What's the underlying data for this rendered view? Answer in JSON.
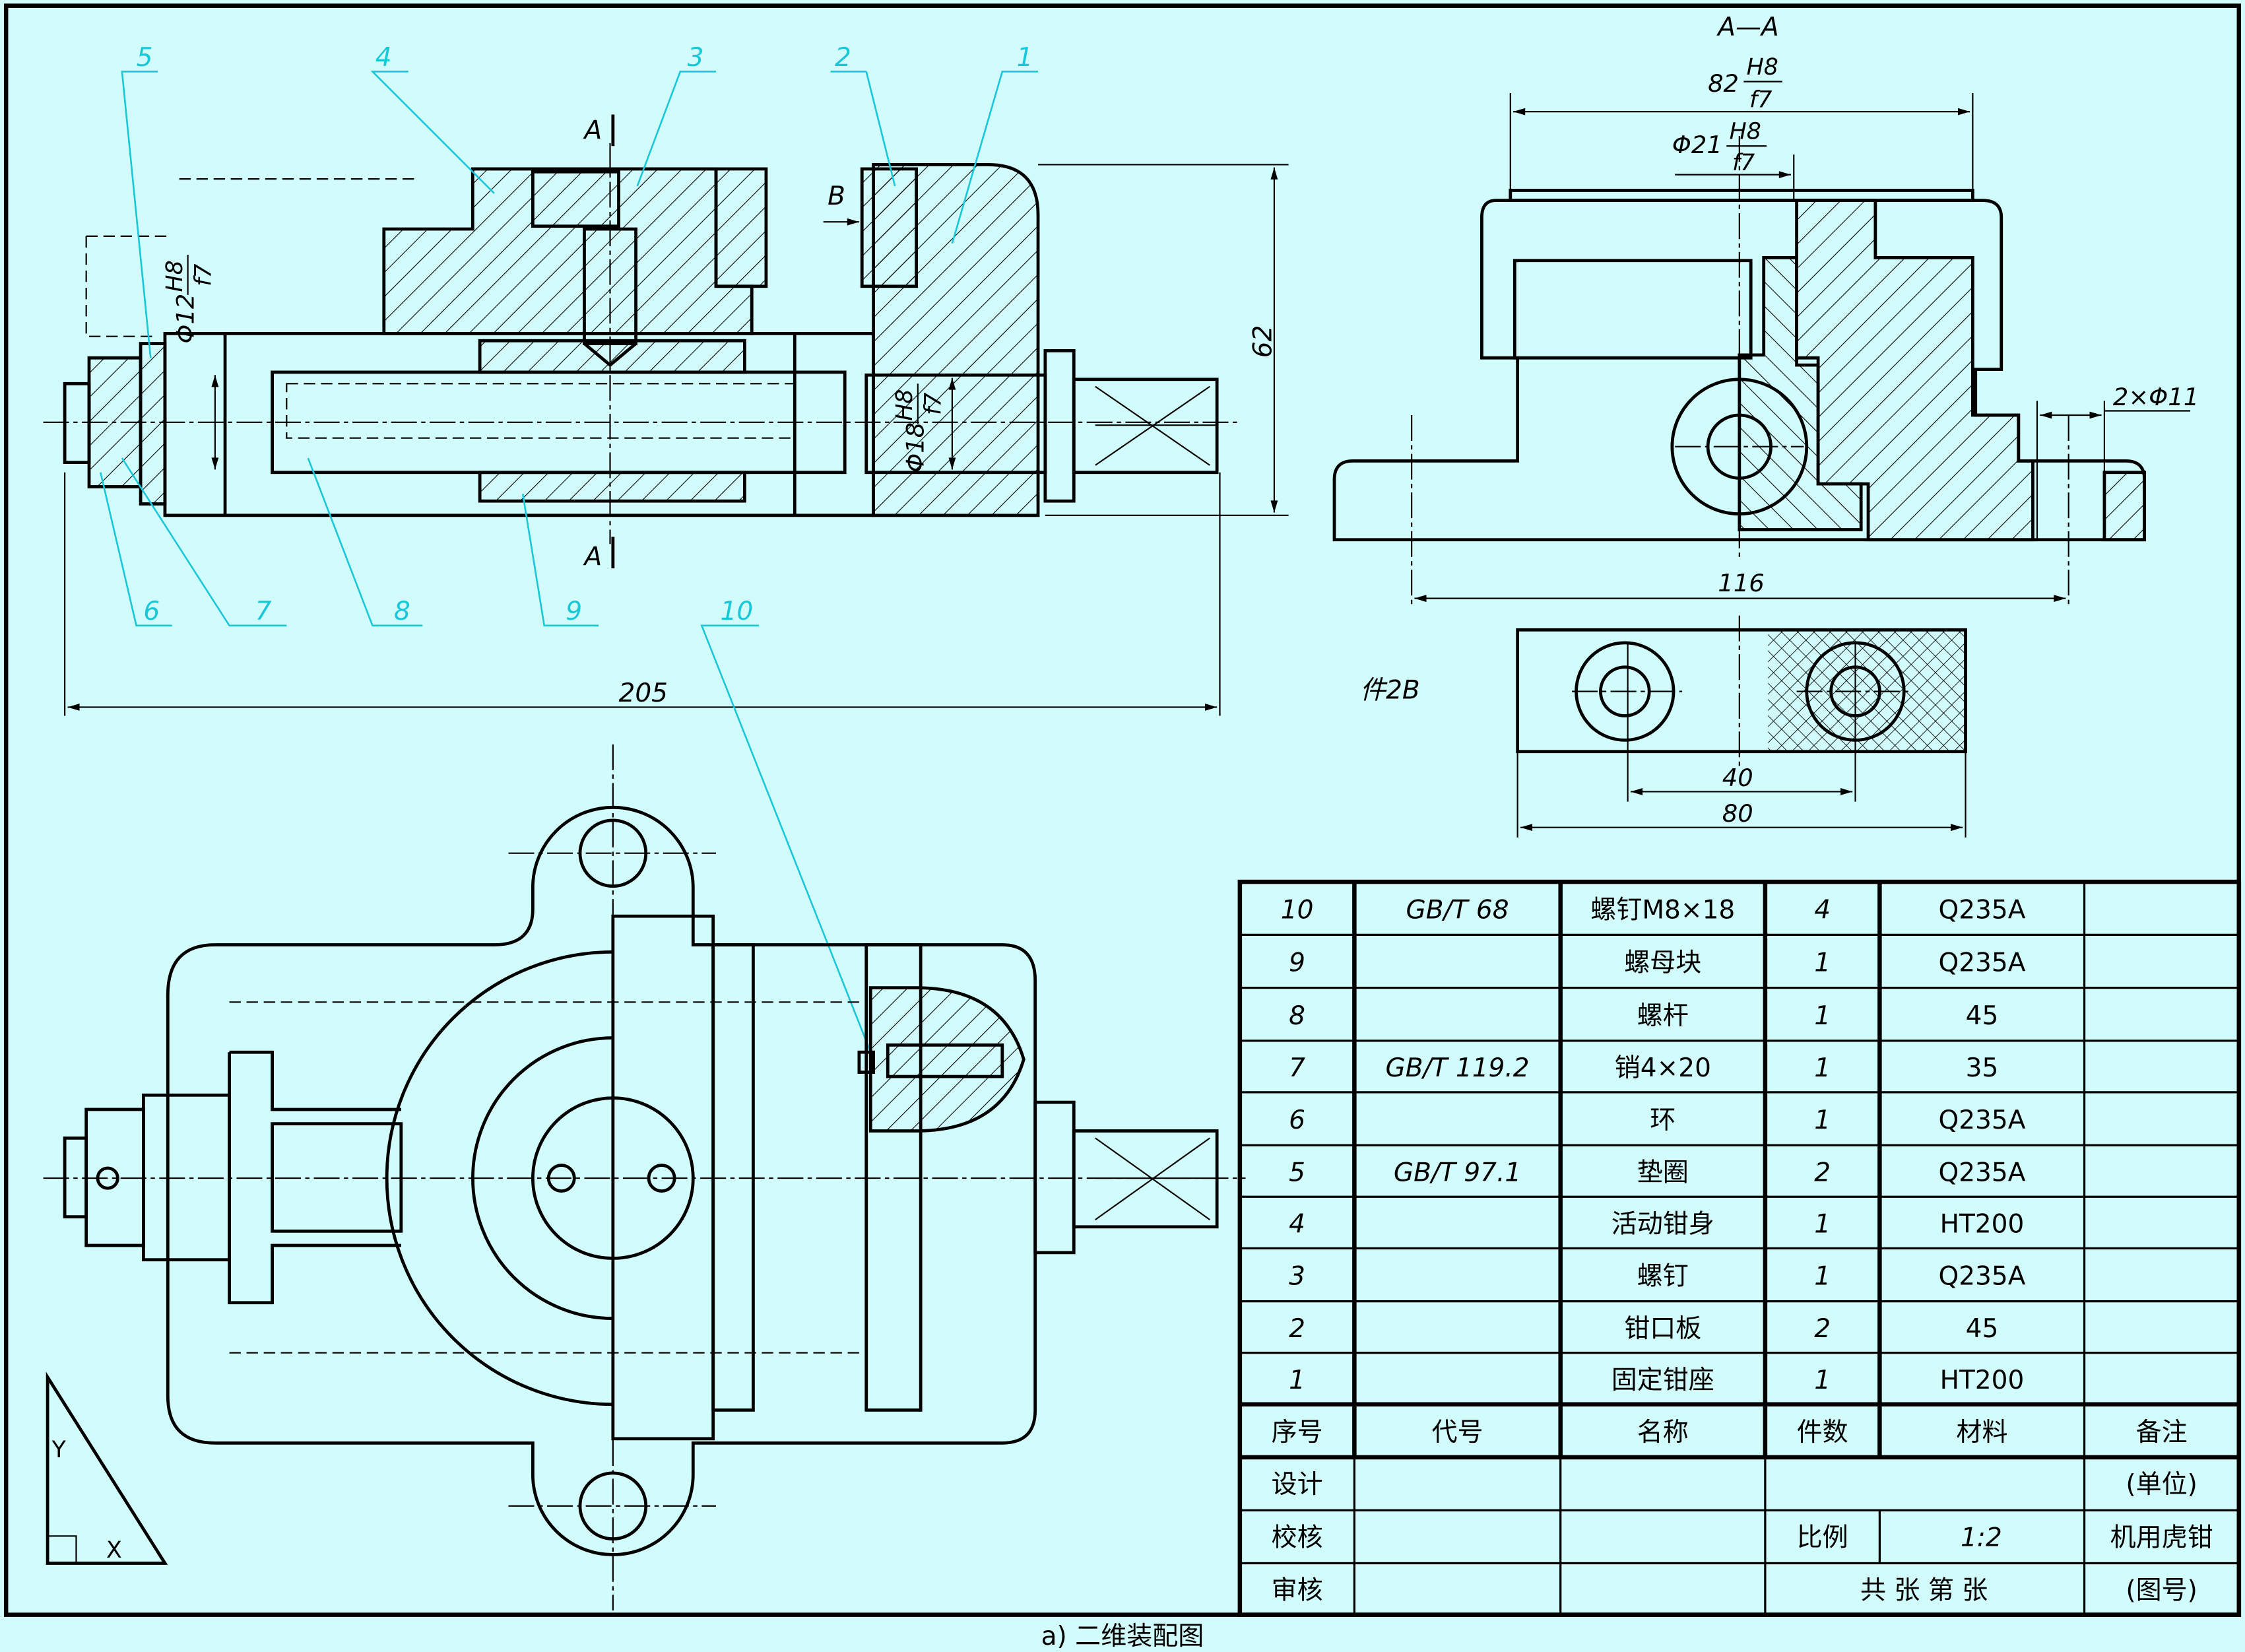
{
  "drawing": {
    "caption": "a) 二维装配图",
    "main_view": {
      "section_mark_top": "A",
      "section_mark_bottom": "A",
      "view_mark_b": "B",
      "dim_overall_length": "205",
      "dim_height": "62",
      "dim_fit_left": {
        "prefix": "Φ12",
        "upper": "H8",
        "lower": "f7"
      },
      "dim_fit_right": {
        "prefix": "Φ18",
        "upper": "H8",
        "lower": "f7"
      },
      "leaders": [
        "1",
        "2",
        "3",
        "4",
        "5",
        "6",
        "7",
        "8",
        "9",
        "10"
      ]
    },
    "section_view": {
      "title": "A—A",
      "dim_width_fit": {
        "prefix": "82",
        "upper": "H8",
        "lower": "f7"
      },
      "dim_dia_fit": {
        "prefix": "Φ21",
        "upper": "H8",
        "lower": "f7"
      },
      "dim_holes": "2×Φ11",
      "dim_hole_spacing": "116"
    },
    "part_view": {
      "title": "件2B",
      "dim_hole_spacing": "40",
      "dim_length": "80"
    },
    "axis_triangle": {
      "y_label": "Y",
      "x_label": "X"
    }
  },
  "parts_table": {
    "headers": [
      "序号",
      "代号",
      "名称",
      "件数",
      "材料",
      "备注"
    ],
    "rows": [
      {
        "no": "10",
        "code": "GB/T 68",
        "name": "螺钉M8×18",
        "qty": "4",
        "material": "Q235A",
        "note": ""
      },
      {
        "no": "9",
        "code": "",
        "name": "螺母块",
        "qty": "1",
        "material": "Q235A",
        "note": ""
      },
      {
        "no": "8",
        "code": "",
        "name": "螺杆",
        "qty": "1",
        "material": "45",
        "note": ""
      },
      {
        "no": "7",
        "code": "GB/T 119.2",
        "name": "销4×20",
        "qty": "1",
        "material": "35",
        "note": ""
      },
      {
        "no": "6",
        "code": "",
        "name": "环",
        "qty": "1",
        "material": "Q235A",
        "note": ""
      },
      {
        "no": "5",
        "code": "GB/T 97.1",
        "name": "垫圈",
        "qty": "2",
        "material": "Q235A",
        "note": ""
      },
      {
        "no": "4",
        "code": "",
        "name": "活动钳身",
        "qty": "1",
        "material": "HT200",
        "note": ""
      },
      {
        "no": "3",
        "code": "",
        "name": "螺钉",
        "qty": "1",
        "material": "Q235A",
        "note": ""
      },
      {
        "no": "2",
        "code": "",
        "name": "钳口板",
        "qty": "2",
        "material": "45",
        "note": ""
      },
      {
        "no": "1",
        "code": "",
        "name": "固定钳座",
        "qty": "1",
        "material": "HT200",
        "note": ""
      }
    ],
    "title_block": {
      "design": "设计",
      "check": "校核",
      "review": "审核",
      "unit": "(单位)",
      "scale_label": "比例",
      "scale": "1:2",
      "drawing_name": "机用虎钳",
      "sheets": "共 张    第 张",
      "drawing_no": "(图号)"
    }
  }
}
